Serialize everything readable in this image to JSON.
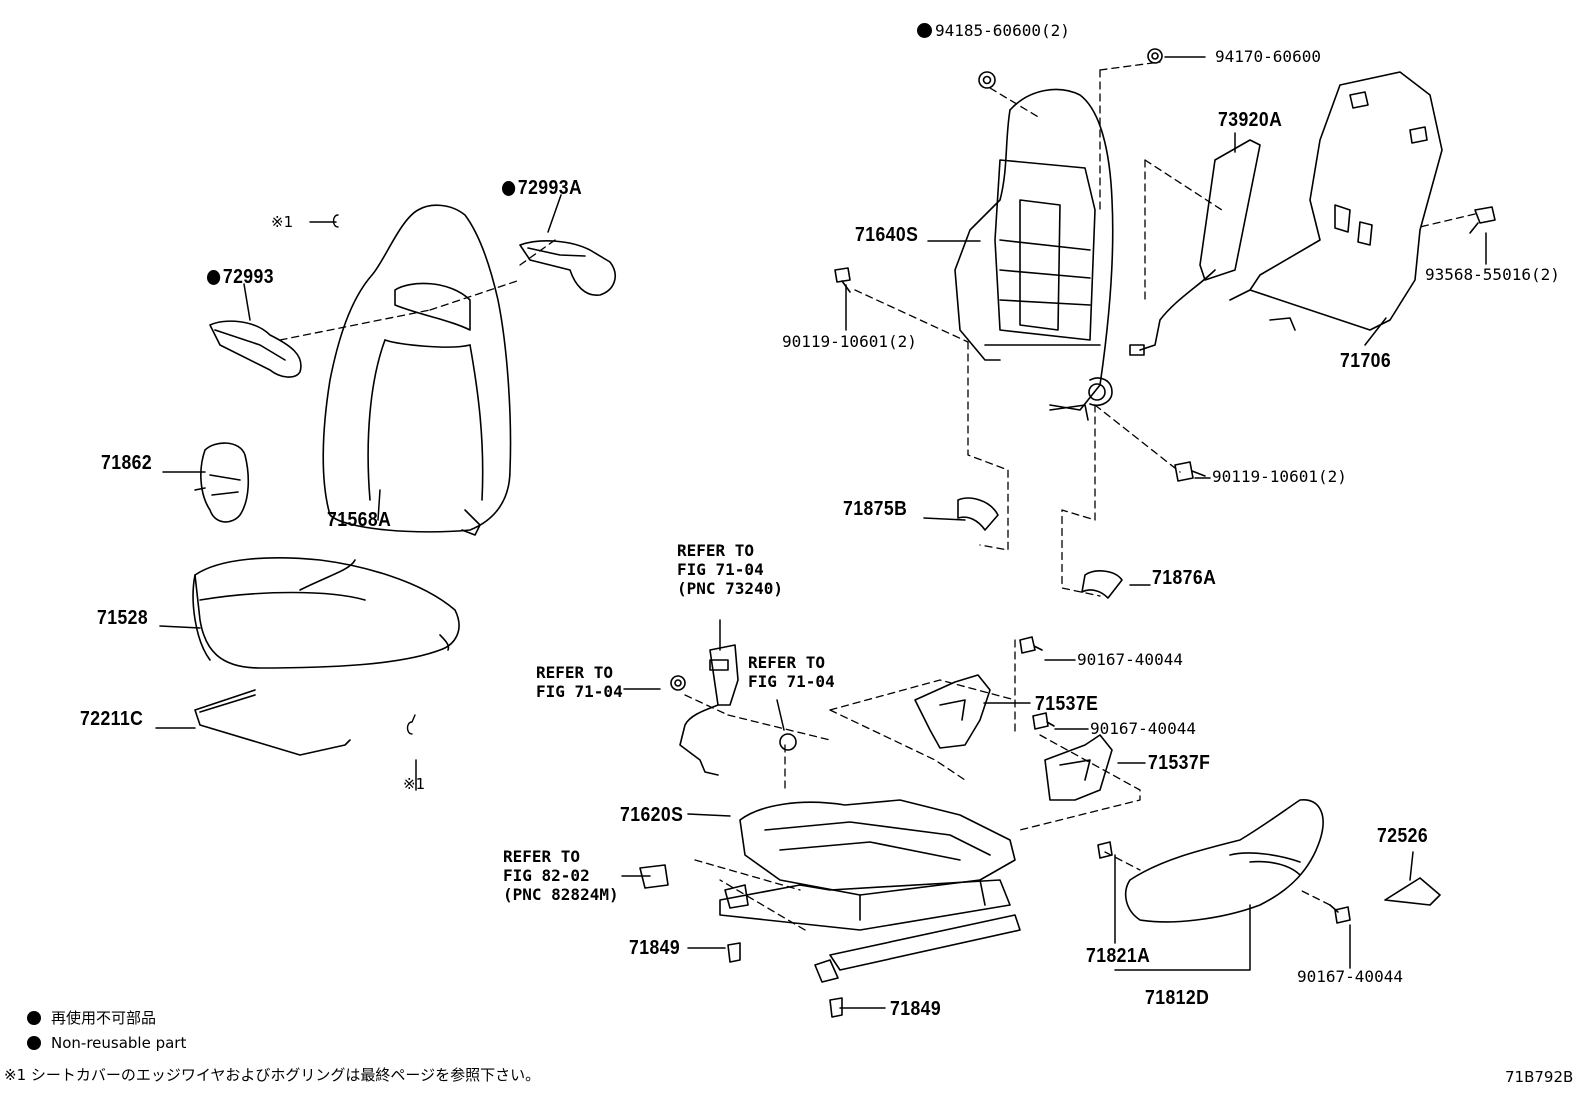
{
  "diagram_code": "71B792B",
  "parts": {
    "p1": "94185-60600(2)",
    "p2": "94170-60600",
    "p3": "73920A",
    "p4": "71640S",
    "p5": "93568-55016(2)",
    "p6": "90119-10601(2)",
    "p7": "71706",
    "p8": "90119-10601(2)",
    "p9": "72993A",
    "p10": "72993",
    "p11": "71862",
    "p12": "71568A",
    "p13": "71528",
    "p14": "72211C",
    "p15": "71875B",
    "p16": "71876A",
    "p17": "90167-40044",
    "p18": "71537E",
    "p19": "90167-40044",
    "p20": "71537F",
    "p21": "71620S",
    "p22": "72526",
    "p23": "71849",
    "p24": "71821A",
    "p25": "71812D",
    "p26": "90167-40044",
    "p27": "71849"
  },
  "refs": {
    "seatbelt": [
      "REFER TO",
      "FIG 71-04",
      "(PNC 73240)"
    ],
    "anchor": [
      "REFER TO",
      "FIG 71-04"
    ],
    "clip": [
      "REFER TO",
      "FIG 71-04"
    ],
    "connector": [
      "REFER TO",
      "FIG 82-02",
      "(PNC 82824M)"
    ]
  },
  "note_marks": {
    "mark_top": "※1",
    "mark_bottom": "※1"
  },
  "legend": {
    "line1": "再使用不可部品",
    "line2": "Non-reusable part",
    "footnote": "※1 シートカバーのエッジワイヤおよびホグリングは最終ページを参照下さい。"
  }
}
